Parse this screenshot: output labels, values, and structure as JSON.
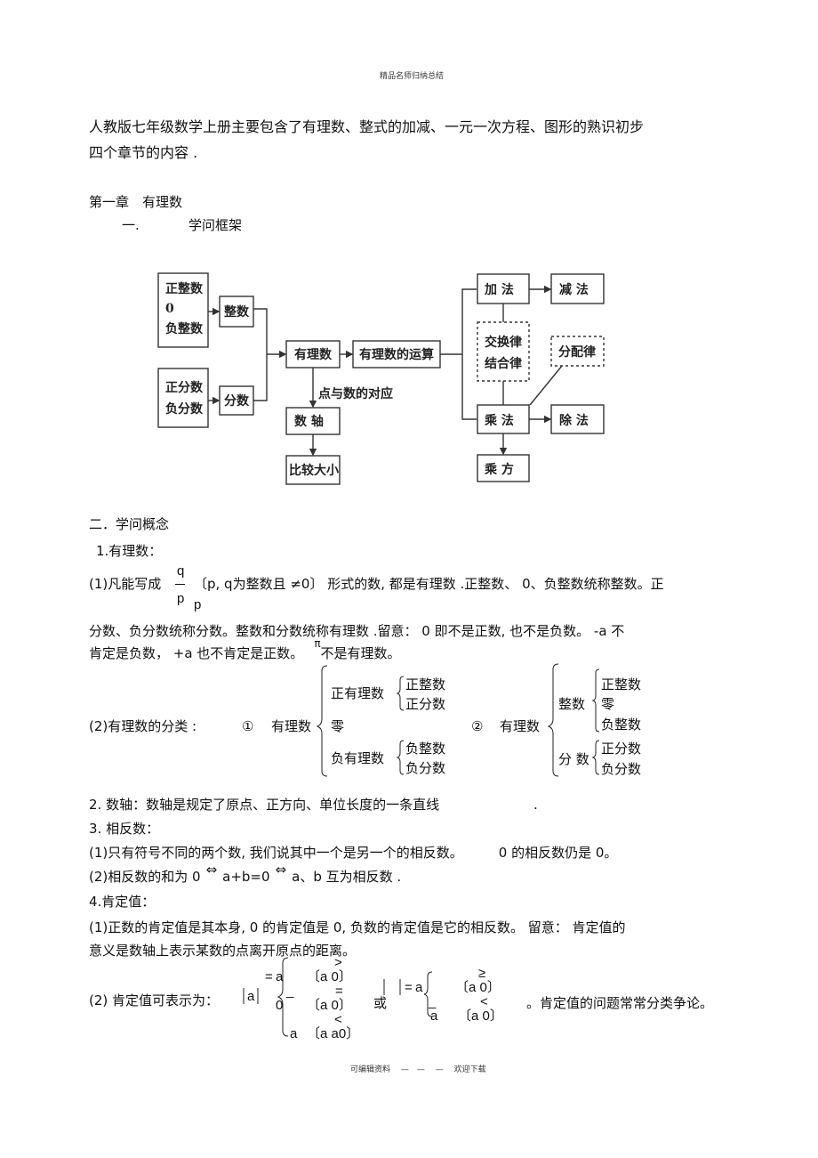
{
  "header": "精品名师归纳总结",
  "footer": "可编辑资料　 —　— 　—　 欢迎下载",
  "intro": [
    "人教版七年级数学上册主要包含了有理数、整式的加减、一元一次方程、图形的熟识初步",
    "四个章节的内容 ."
  ],
  "chapter": {
    "num": "第一章",
    "title": "有理数"
  },
  "section1": {
    "num": "一.",
    "title": "学问框架"
  },
  "diagram": {
    "positive_int_group": [
      "正整数",
      "0",
      "负整数"
    ],
    "integer": "整数",
    "fraction_group": [
      "正分数",
      "负分数"
    ],
    "fraction": "分数",
    "rational": "有理数",
    "operations": "有理数的运算",
    "point_label": "点与数的对应",
    "number_line": "数  轴",
    "compare": "比较大小",
    "add": "加  法",
    "subtract": "减  法",
    "laws": [
      "交换律",
      "结合律"
    ],
    "distributive": "分配律",
    "multiply": "乘  法",
    "divide": "除  法",
    "power": "乘  方"
  },
  "section2": "二．学问概念",
  "item1": {
    "title": "1.有理数：",
    "p1_pre": "(1)凡能写成",
    "frac_num": "q",
    "frac_den": "p",
    "frac_den2": "p",
    "p1_post": "〔p, q为整数且  ≠0〕 形式的数, 都是有理数 .正整数、 0、负整数统称整数。正",
    "p1_line2": "分数、负分数统称分数。整数和分数统称有理数        .留意： 0 即不是正数, 也不是负数。      -a 不",
    "p1_line3": "肯定是负数，  +a 也不肯定是正数。",
    "pi": "π",
    "p1_line3b": "不是有理数。",
    "class_label": "(2)有理数的分类   :",
    "c1": {
      "mark": "①",
      "root": "有理数",
      "pos": "正有理数",
      "pos_items": [
        "正整数",
        "正分数"
      ],
      "zero": "零",
      "neg": "负有理数",
      "neg_items": [
        "负整数",
        "负分数"
      ]
    },
    "c2": {
      "mark": "②",
      "root": "有理数",
      "int": "整数",
      "int_items": [
        "正整数",
        "零",
        "负整数"
      ],
      "frac": "分 数",
      "frac_items": [
        "正分数",
        "负分数"
      ]
    }
  },
  "item2": {
    "text": "2.  数轴：数轴是规定了原点、正方向、单位长度的一条直线",
    "end": "."
  },
  "item3": {
    "title": "3.  相反数：",
    "p1": "(1)只有符号不同的两个数, 我们说其中一个是另一个的相反数。",
    "p1b": "0 的相反数仍是    0。",
    "p2a": "(2)相反数的和为    0",
    "iff": "⇔",
    "p2b": "a+b=0",
    "p2c": "a、b 互为相反数 ."
  },
  "item4": {
    "title": "4.肯定值：",
    "p1": "(1)正数的肯定值是其本身,      0 的肯定值是    0, 负数的肯定值是它的相反数。          留意：  肯定值的",
    "p1b": "意义是数轴上表示某数的点离开原点的距离。",
    "p2": "(2)   肯定值可表示为：",
    "f1": {
      "lhs": "a",
      "eq": "=",
      "r1": "a",
      "r2": "0",
      "r3": "a",
      "minus": "_",
      "c1": "〔a    0〕",
      "c2": "〔a    0〕",
      "c3": "〔a     a0〕",
      "gt": ">",
      "eq2": "=",
      "lt": "<"
    },
    "or": "或",
    "f2": {
      "eq": "=",
      "r1": "a",
      "r2": "a",
      "minus": "_",
      "c1": "〔a    0〕",
      "c2": "〔a     0〕",
      "ge": "≥",
      "lt": "<"
    },
    "tail": "。肯定值的问题常常分类争论。"
  }
}
